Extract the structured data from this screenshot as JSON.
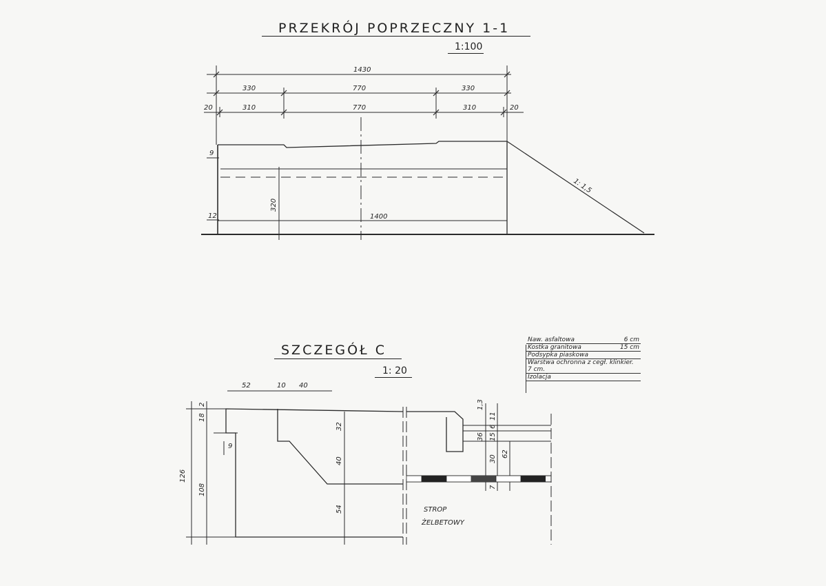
{
  "section": {
    "title": "PRZEKRÓJ POPRZECZNY 1-1",
    "scale": "1:100",
    "dims_top": [
      "1430",
      "330",
      "770",
      "330",
      "20",
      "310",
      "770",
      "310",
      "20"
    ],
    "dims_side": [
      "9",
      "12",
      "320",
      "1400"
    ],
    "slope": "1: 1,5"
  },
  "detail": {
    "title": "SZCZEGÓŁ C",
    "scale": "1: 20",
    "dims_top": [
      "52",
      "10",
      "40"
    ],
    "dims_left": [
      "126",
      "2",
      "18",
      "9",
      "108"
    ],
    "dims_mid": [
      "32",
      "40",
      "54"
    ],
    "dims_right": [
      "1,3",
      "11",
      "6",
      "15",
      "36",
      "30",
      "62",
      "7"
    ],
    "slab_label_1": "STROP",
    "slab_label_2": "ŻELBETOWY"
  },
  "legend": [
    {
      "label": "Naw. asfaltowa",
      "value": "6 cm"
    },
    {
      "label": "Kostka granitowa",
      "value": "15 cm"
    },
    {
      "label": "Podsypka piaskowa",
      "value": ""
    },
    {
      "label": "Warstwa ochronna z cegł. klinkier. 7 cm.",
      "value": ""
    },
    {
      "label": "Izolacja",
      "value": ""
    }
  ]
}
